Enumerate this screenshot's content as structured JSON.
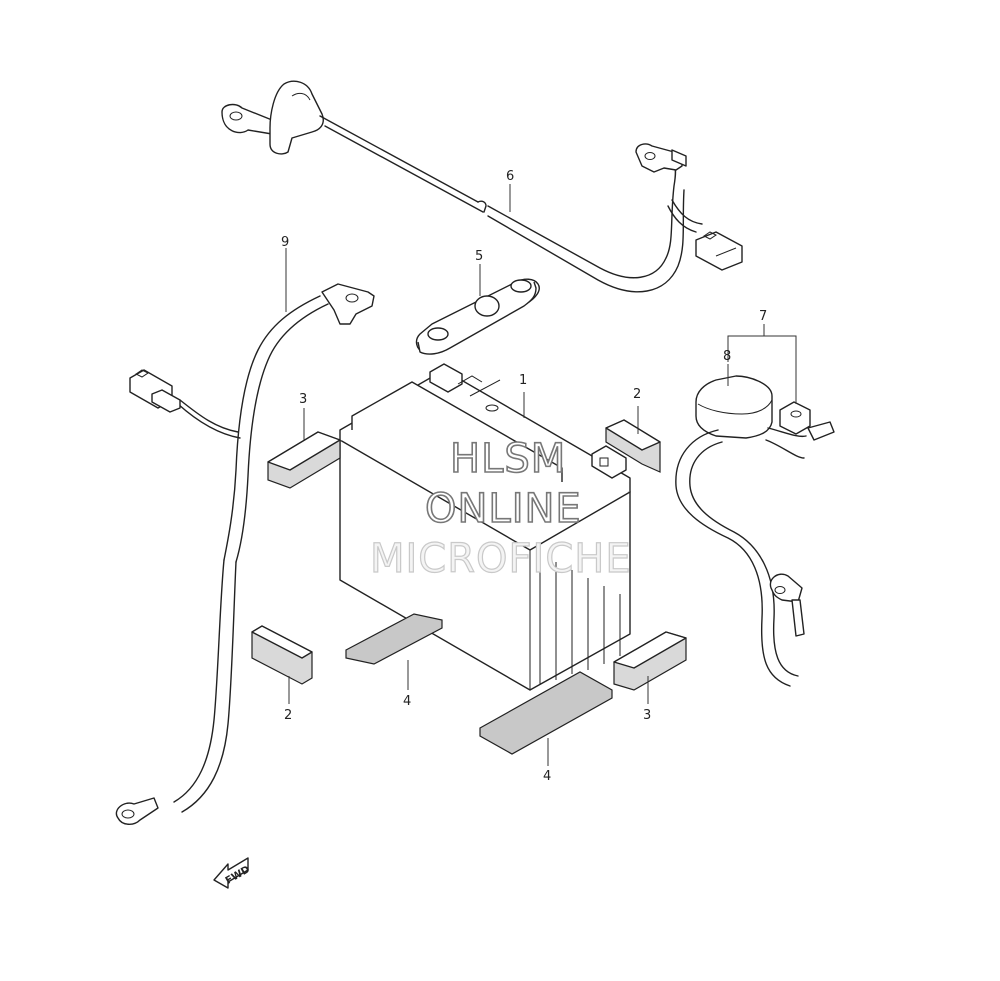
{
  "callouts": {
    "c1": "1",
    "c2a": "2",
    "c2b": "2",
    "c3a": "3",
    "c3b": "3",
    "c4a": "4",
    "c4b": "4",
    "c5": "5",
    "c6": "6",
    "c7": "7",
    "c8": "8",
    "c9": "9"
  },
  "watermark": {
    "line1": "HLSM",
    "line2": "ONLINE",
    "line3": "MICROFICHE"
  },
  "fwd_label": "FWD"
}
